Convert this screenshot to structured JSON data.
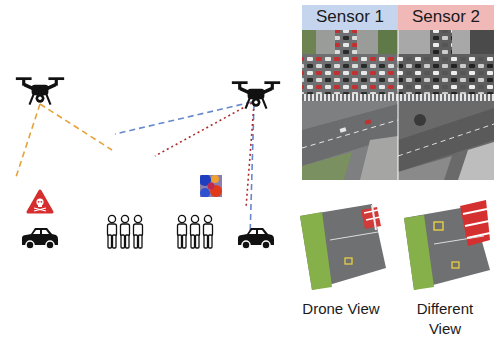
{
  "diagram": {
    "nodes": [
      {
        "text": [
          "Sensor 1"
        ]
      },
      {
        "text": [
          "Sensor 2"
        ]
      }
    ],
    "labels": [
      "Drone View",
      "Different View"
    ]
  }
}
